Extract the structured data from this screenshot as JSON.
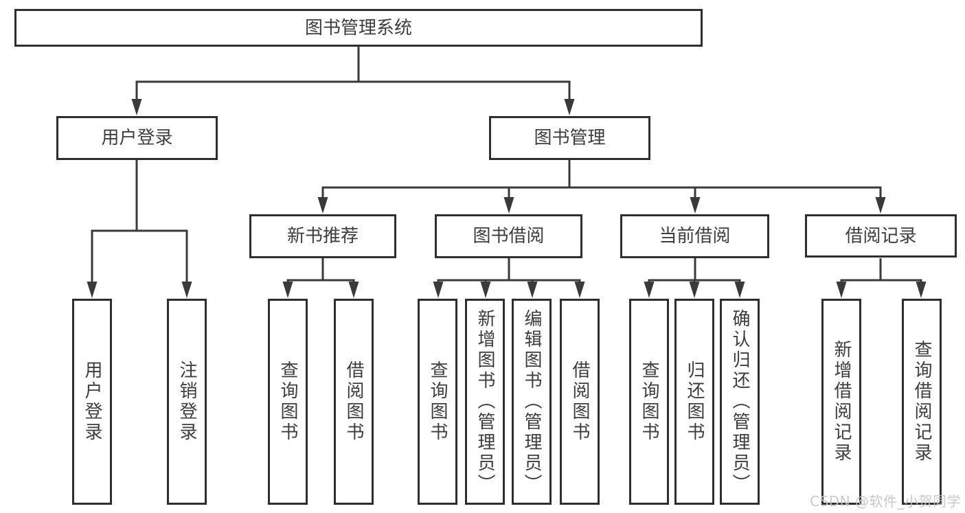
{
  "diagram": {
    "nodes": {
      "root": "图书管理系统",
      "user_login": "用户登录",
      "book_mgmt": "图书管理",
      "new_book_rec": "新书推荐",
      "book_borrow": "图书借阅",
      "current_borrow": "当前借阅",
      "borrow_records": "借阅记录",
      "leaf_user_login": "用户登录",
      "leaf_logout": "注销登录",
      "rec_query_book": "查询图书",
      "rec_borrow_book": "借阅图书",
      "bb_query_book": "查询图书",
      "bb_add_book": "新增图书（管理员）",
      "bb_edit_book": "编辑图书（管理员）",
      "bb_borrow_book": "借阅图书",
      "cb_query_book": "查询图书",
      "cb_return_book": "归还图书",
      "cb_confirm_return": "确认归还（管理员）",
      "br_add_record": "新增借阅记录",
      "br_query_record": "查询借阅记录"
    },
    "colors": {
      "line": "#3a3a3a",
      "box_border": "#2e2e2e",
      "text": "#3d3d3d",
      "background": "#ffffff",
      "watermark": "#c5c5c9"
    }
  },
  "watermark": "CSDN @软件_小贺同学"
}
